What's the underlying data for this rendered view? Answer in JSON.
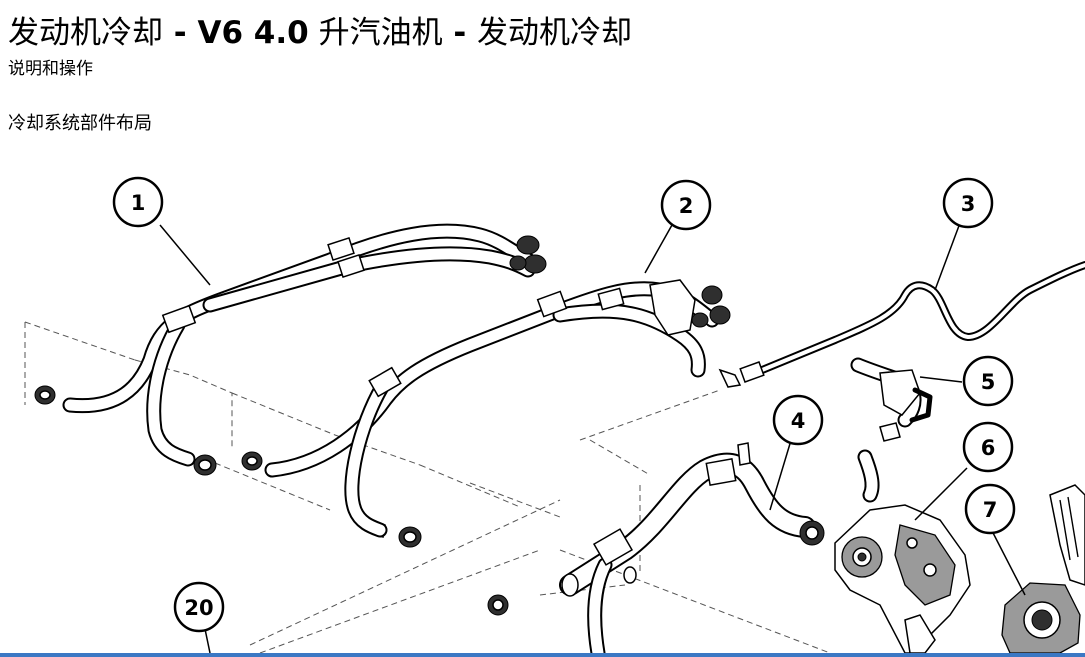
{
  "header": {
    "title_part1": "发动机冷却",
    "title_sep1": " - ",
    "title_model": "V6 4.0",
    "title_part2": " 升汽油机",
    "title_sep2": " - ",
    "title_part3": "发动机冷却",
    "subtitle": "说明和操作"
  },
  "section": {
    "heading": "冷却系统部件布局"
  },
  "diagram": {
    "callouts": [
      {
        "number": "1"
      },
      {
        "number": "2"
      },
      {
        "number": "3"
      },
      {
        "number": "4"
      },
      {
        "number": "5"
      },
      {
        "number": "6"
      },
      {
        "number": "7"
      },
      {
        "number": "20"
      }
    ]
  },
  "colors": {
    "accent_rule": "#3b78c4",
    "line": "#000000",
    "leader_dashed": "#555555"
  }
}
